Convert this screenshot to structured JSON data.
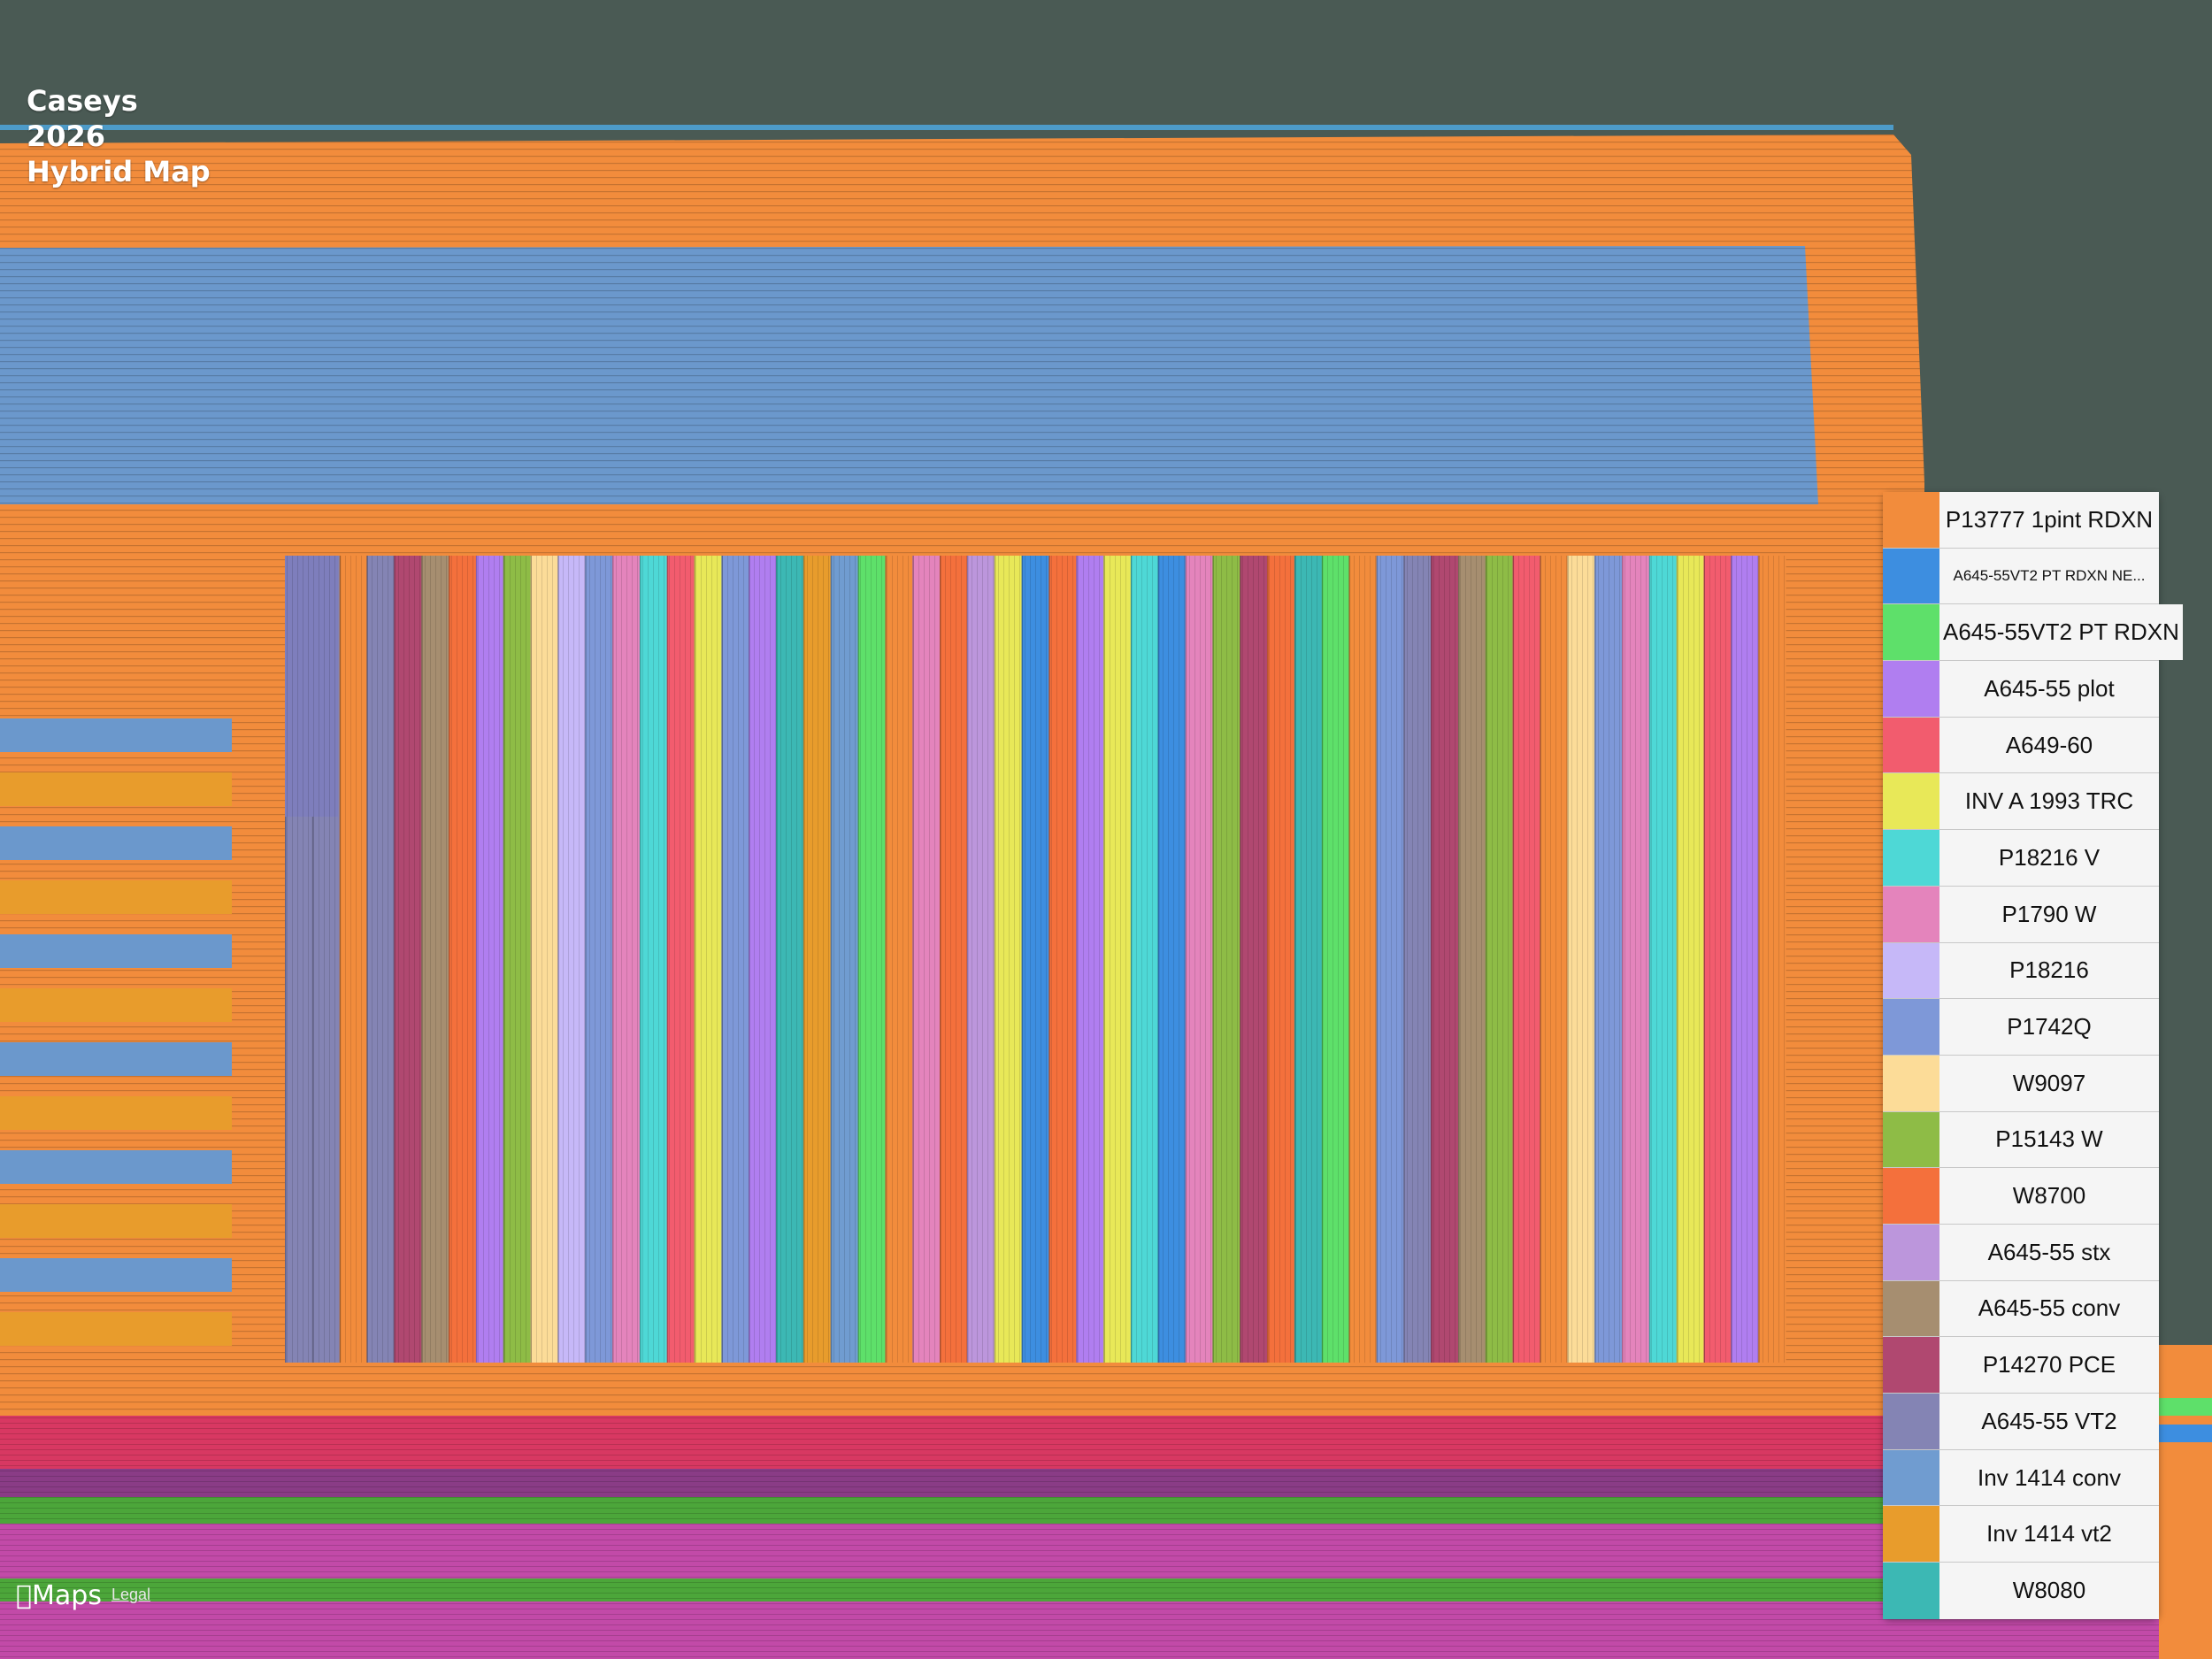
{
  "title": {
    "line1": "Caseys",
    "line2": "2026",
    "line3": "Hybrid Map"
  },
  "legend": [
    {
      "label": "P13777 1pint RDXN",
      "color": "#f28c3c"
    },
    {
      "label": "A645-55VT2 PT RDXN  NE...",
      "color": "#3d8ee0"
    },
    {
      "label": "A645-55VT2 PT RDXN",
      "color": "#5ee06a"
    },
    {
      "label": "A645-55 plot",
      "color": "#b07ef0"
    },
    {
      "label": "A649-60",
      "color": "#f25c6e"
    },
    {
      "label": "INV A 1993 TRC",
      "color": "#e8e858"
    },
    {
      "label": "P18216 V",
      "color": "#4ed8d6"
    },
    {
      "label": "P1790 W",
      "color": "#e484bc"
    },
    {
      "label": "P18216",
      "color": "#c6b8f8"
    },
    {
      "label": "P1742Q",
      "color": "#7e98d8"
    },
    {
      "label": "W9097",
      "color": "#fcdc98"
    },
    {
      "label": "P15143 W",
      "color": "#8ebc46"
    },
    {
      "label": "W8700",
      "color": "#f4703c"
    },
    {
      "label": "A645-55 stx",
      "color": "#bc96dc"
    },
    {
      "label": "A645-55 conv",
      "color": "#a68e70"
    },
    {
      "label": "P14270 PCE",
      "color": "#b04870"
    },
    {
      "label": "A645-55 VT2",
      "color": "#8484b4"
    },
    {
      "label": "Inv 1414 conv",
      "color": "#709cd0"
    },
    {
      "label": "Inv 1414 vt2",
      "color": "#e89c2c"
    },
    {
      "label": "W8080",
      "color": "#3cb8b4"
    }
  ],
  "footer": {
    "maps_label": "Maps",
    "legal_label": "Legal"
  }
}
